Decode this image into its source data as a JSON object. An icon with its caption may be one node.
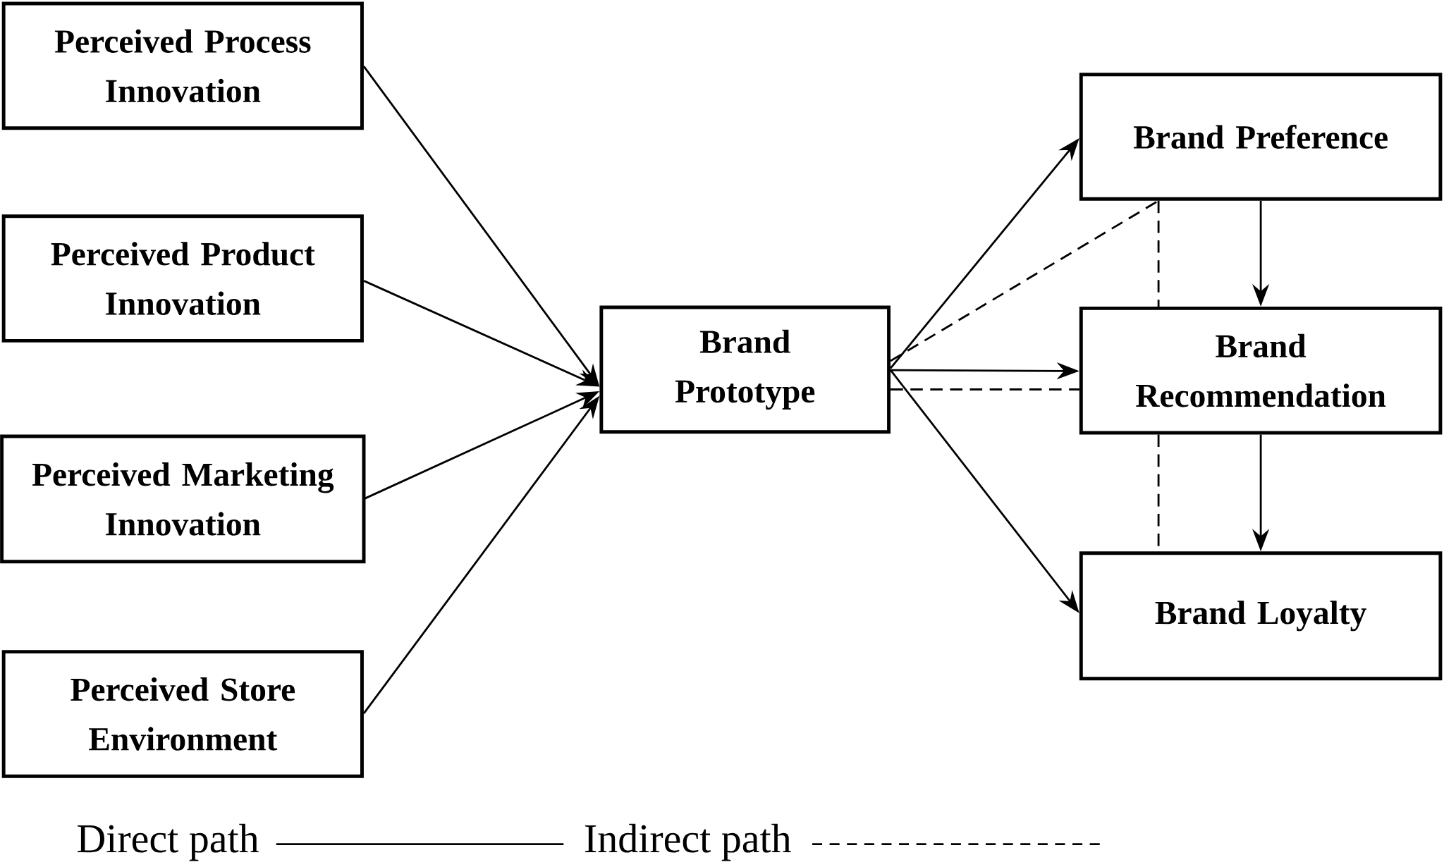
{
  "diagram": {
    "nodes": [
      {
        "text": [
          "Perceived Process Innovation"
        ]
      },
      {
        "text": [
          "Perceived Product Innovation"
        ]
      },
      {
        "text": [
          "Perceived Marketing Innovation"
        ]
      },
      {
        "text": [
          "Perceived Store Environment"
        ]
      },
      {
        "text": [
          "Brand Prototype"
        ]
      },
      {
        "text": [
          "Brand Preference"
        ]
      },
      {
        "text": [
          "Brand Recommendation"
        ]
      },
      {
        "text": [
          "Brand Loyalty"
        ]
      }
    ],
    "edges": [
      {
        "from": 0,
        "to": 4,
        "arrow": "to"
      },
      {
        "from": 1,
        "to": 4,
        "arrow": "to"
      },
      {
        "from": 2,
        "to": 4,
        "arrow": "to"
      },
      {
        "from": 3,
        "to": 4,
        "arrow": "to"
      },
      {
        "from": 4,
        "to": 5,
        "arrow": "to"
      },
      {
        "from": 4,
        "to": 6,
        "arrow": "to"
      },
      {
        "from": 4,
        "to": 7,
        "arrow": "to"
      },
      {
        "from": 5,
        "to": 6,
        "arrow": "to"
      },
      {
        "from": 6,
        "to": 7,
        "arrow": "to"
      },
      {
        "from": 4,
        "to": 5,
        "arrow": "none",
        "style": "dashed"
      },
      {
        "from": 5,
        "to": 6,
        "arrow": "none",
        "style": "dashed"
      },
      {
        "from": 4,
        "to": 6,
        "arrow": "none",
        "style": "dashed"
      },
      {
        "from": 6,
        "to": 7,
        "arrow": "none",
        "style": "dashed"
      }
    ],
    "legend": [
      {
        "text": "Direct path"
      },
      {
        "text": "Indirect path"
      }
    ]
  }
}
